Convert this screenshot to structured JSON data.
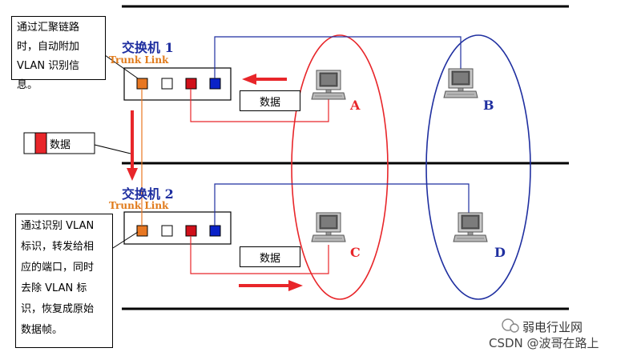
{
  "note_top": "通过汇聚链路\n时，自动附加\nVLAN 识别信息。",
  "note_bottom": "通过识别 VLAN\n标识，转发给相\n应的端口，同时\n去除 VLAN 标\n识，恢复成原始\n数据帧。",
  "switch1": {
    "title": "交换机 1",
    "trunk": "Trunk Link"
  },
  "switch2": {
    "title": "交换机 2",
    "trunk": "Trunk Link"
  },
  "data_label": "数据",
  "frame_label": "数据",
  "pcs": {
    "a": "A",
    "b": "B",
    "c": "C",
    "d": "D"
  },
  "watermark": {
    "brand": "弱电行业网",
    "credit": "CSDN @波哥在路上"
  },
  "colors": {
    "red": "#e8262a",
    "blue": "#1f2fa0",
    "orange": "#e87722",
    "trunk_text": "#e07a1a",
    "vlan_red": "#d0101a",
    "vlan_blue": "#0a22c8"
  }
}
